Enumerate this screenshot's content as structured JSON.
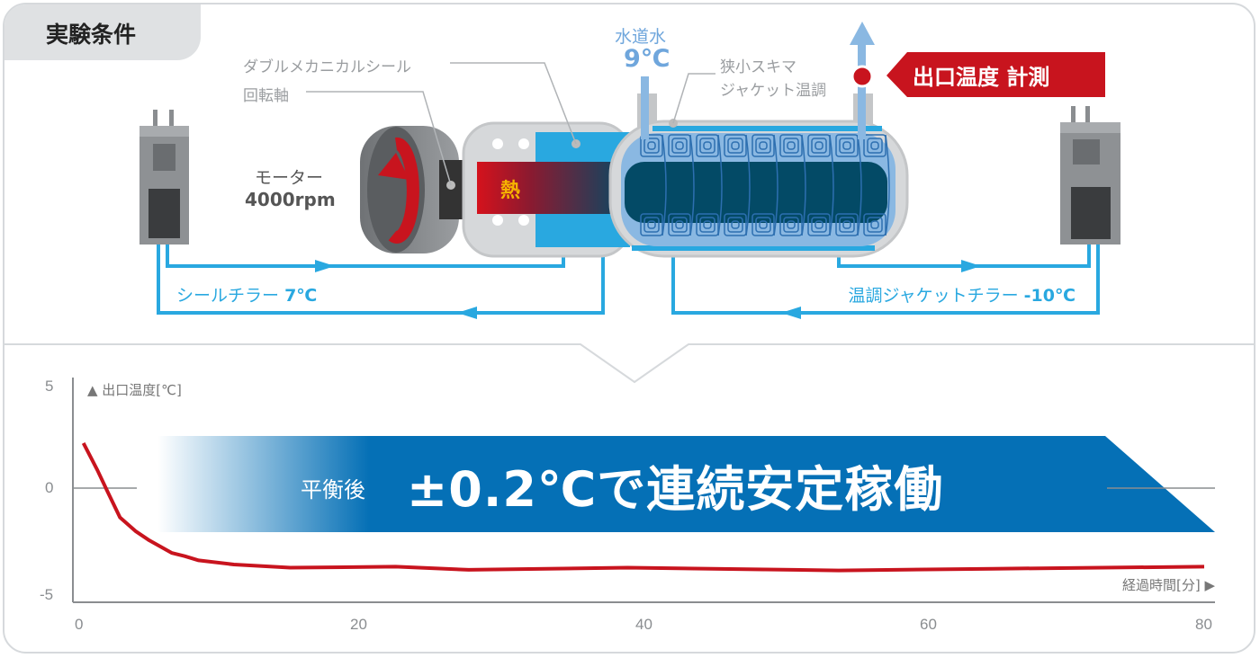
{
  "section_tab": "実験条件",
  "diagram": {
    "labels": {
      "double_seal": "ダブルメカニカルシール",
      "shaft": "回転軸",
      "motor": "モーター",
      "motor_speed": "4000rpm",
      "heat": "熱",
      "tap_water": "水道水",
      "tap_water_temp": "9℃",
      "jacket_line1": "狭小スキマ",
      "jacket_line2": "ジャケット温調",
      "outlet_measure": "出口温度 計測",
      "seal_chiller": "シールチラー",
      "seal_chiller_temp": "7℃",
      "jacket_chiller": "温調ジャケットチラー",
      "jacket_chiller_temp": "-10℃"
    },
    "colors": {
      "blue": "#29a8e0",
      "dark_blue": "#034a66",
      "red": "#c8141e",
      "banner": "#0570b6"
    }
  },
  "banner": {
    "prefix": "平衡後",
    "main": "±0.2℃で連続安定稼働"
  },
  "chart_data": {
    "type": "line",
    "title": "",
    "ylabel": "▲ 出口温度[℃]",
    "xlabel": "経過時間[分] ▶",
    "xlim": [
      0,
      80
    ],
    "ylim": [
      -5,
      5
    ],
    "x_ticks": [
      "0",
      "20",
      "40",
      "60",
      "80"
    ],
    "y_ticks": [
      "5",
      "0",
      "-5"
    ],
    "grid": false,
    "series": [
      {
        "name": "出口温度",
        "color": "#c8141e",
        "x": [
          0.3,
          1.3,
          2,
          2.9,
          4,
          5,
          5.8,
          6.6,
          7.5,
          8.5,
          11,
          15,
          22.5,
          27.7,
          39,
          54,
          65,
          80
        ],
        "y": [
          2.3,
          1.0,
          0,
          -1.25,
          -1.9,
          -2.35,
          -2.65,
          -2.95,
          -3.1,
          -3.3,
          -3.5,
          -3.65,
          -3.6,
          -3.75,
          -3.65,
          -3.78,
          -3.7,
          -3.6
        ]
      }
    ]
  }
}
